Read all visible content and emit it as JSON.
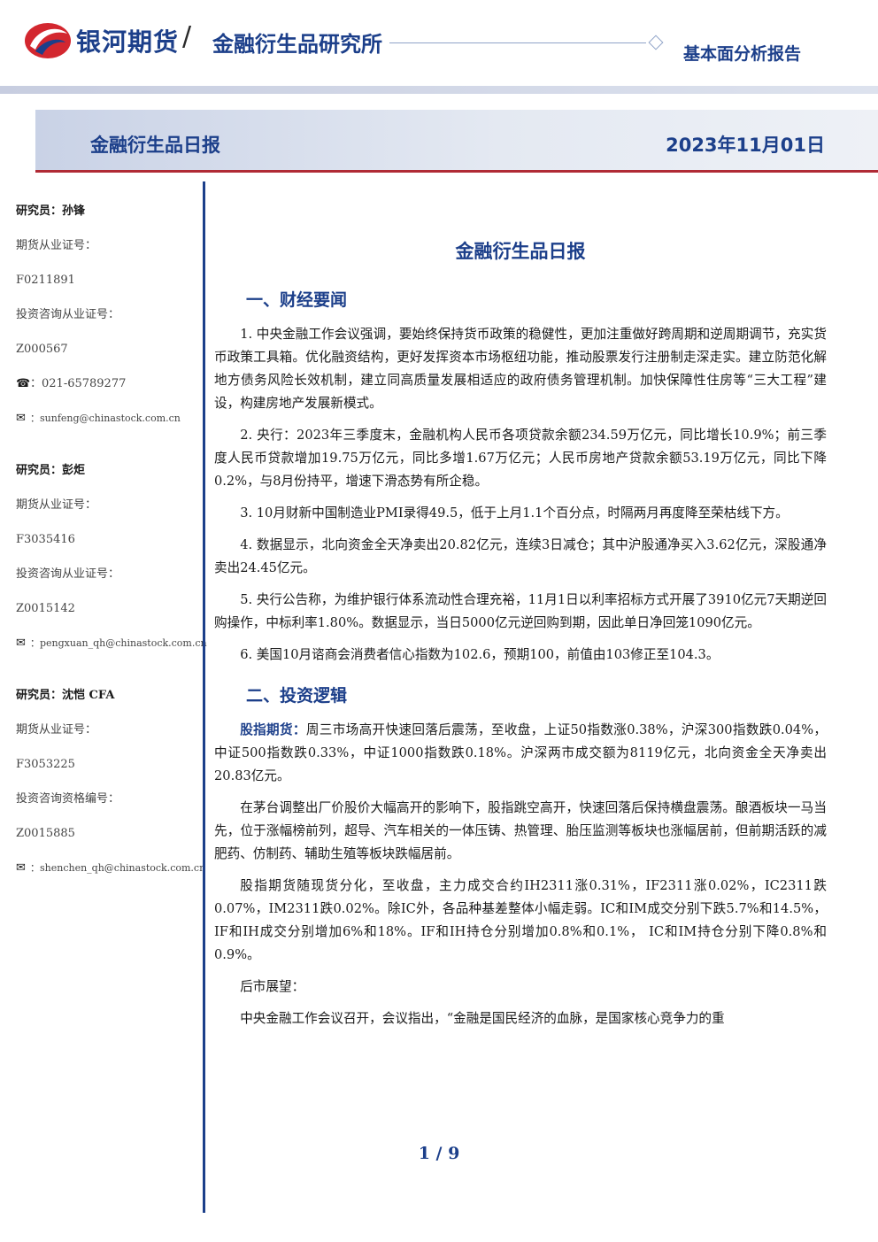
{
  "header": {
    "brand": "银河期货",
    "slash": "/",
    "institute": "金融衍生品研究所",
    "report_type": "基本面分析报告",
    "colors": {
      "brand_blue": "#1c3f8a",
      "accent_red": "#b02a35"
    }
  },
  "banner": {
    "title": "金融衍生品日报",
    "date": "2023年11月01日"
  },
  "sidebar": {
    "researchers": [
      {
        "name": "研究员：孙锋",
        "cert_label": "期货从业证号：",
        "cert": "F0211891",
        "consult_label": "投资咨询从业证号：",
        "consult": "Z000567",
        "phone_icon": "phone-icon",
        "phone": "：021-65789277",
        "email_icon": "mail-icon",
        "email": "：sunfeng@chinastock.com.cn"
      },
      {
        "name": "研究员：彭炬",
        "cert_label": "期货从业证号：",
        "cert": "F3035416",
        "consult_label": "投资咨询从业证号：",
        "consult": "Z0015142",
        "email_icon": "mail-icon",
        "email": "：pengxuan_qh@chinastock.com.cn"
      },
      {
        "name": "研究员：沈恺  CFA",
        "cert_label": "期货从业证号：",
        "cert": "F3053225",
        "consult_label": "投资咨询资格编号：",
        "consult": "Z0015885",
        "email_icon": "mail-icon",
        "email": "：shenchen_qh@chinastock.com.cn"
      }
    ]
  },
  "main": {
    "title": "金融衍生品日报",
    "section1": {
      "heading": "一、财经要闻",
      "items": [
        "1. 中央金融工作会议强调，要始终保持货币政策的稳健性，更加注重做好跨周期和逆周期调节，充实货币政策工具箱。优化融资结构，更好发挥资本市场枢纽功能，推动股票发行注册制走深走实。建立防范化解地方债务风险长效机制，建立同高质量发展相适应的政府债务管理机制。加快保障性住房等“三大工程”建设，构建房地产发展新模式。",
        "2. 央行：2023年三季度末，金融机构人民币各项贷款余额234.59万亿元，同比增长10.9%；前三季度人民币贷款增加19.75万亿元，同比多增1.67万亿元；人民币房地产贷款余额53.19万亿元，同比下降0.2%，与8月份持平，增速下滑态势有所企稳。",
        "3. 10月财新中国制造业PMI录得49.5，低于上月1.1个百分点，时隔两月再度降至荣枯线下方。",
        "4. 数据显示，北向资金全天净卖出20.82亿元，连续3日减仓；其中沪股通净买入3.62亿元，深股通净卖出24.45亿元。",
        "5. 央行公告称，为维护银行体系流动性合理充裕，11月1日以利率招标方式开展了3910亿元7天期逆回购操作，中标利率1.80%。数据显示，当日5000亿元逆回购到期，因此单日净回笼1090亿元。",
        "6. 美国10月谘商会消费者信心指数为102.6，预期100，前值由103修正至104.3。"
      ]
    },
    "section2": {
      "heading": "二、投资逻辑",
      "kw": "股指期货：",
      "p1": "周三市场高开快速回落后震荡，至收盘，上证50指数涨0.38%，沪深300指数跌0.04%，中证500指数跌0.33%，中证1000指数跌0.18%。沪深两市成交额为8119亿元，北向资金全天净卖出20.83亿元。",
      "p2": "在茅台调整出厂价股价大幅高开的影响下，股指跳空高开，快速回落后保持横盘震荡。酿酒板块一马当先，位于涨幅榜前列，超导、汽车相关的一体压铸、热管理、胎压监测等板块也涨幅居前，但前期活跃的减肥药、仿制药、辅助生殖等板块跌幅居前。",
      "p3": "股指期货随现货分化，至收盘，主力成交合约IH2311涨0.31%，IF2311涨0.02%，IC2311跌0.07%，IM2311跌0.02%。除IC外，各品种基差整体小幅走弱。IC和IM成交分别下跌5.7%和14.5%，IF和IH成交分别增加6%和18%。IF和IH持仓分别增加0.8%和0.1%， IC和IM持仓分别下降0.8%和0.9%。",
      "p4": "后市展望：",
      "p5": "中央金融工作会议召开，会议指出，“金融是国民经济的血脉，是国家核心竞争力的重"
    }
  },
  "footer": {
    "page": "1 / 9"
  }
}
